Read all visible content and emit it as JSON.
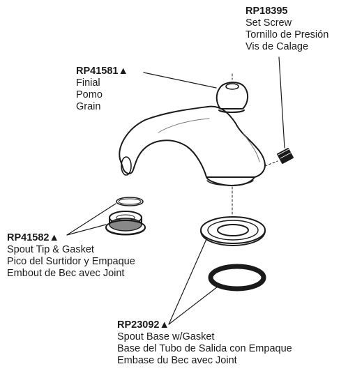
{
  "parts": {
    "set_screw": {
      "part_number": "RP18395",
      "names": [
        "Set Screw",
        "Tornillo de Presión",
        "Vis de Calage"
      ]
    },
    "finial": {
      "part_number": "RP41581▲",
      "names": [
        "Finial",
        "Pomo",
        "Grain"
      ]
    },
    "spout_tip": {
      "part_number": "RP41582▲",
      "names": [
        "Spout Tip & Gasket",
        "Pico del Surtidor y Empaque",
        "Embout de Bec avec Joint"
      ]
    },
    "spout_base": {
      "part_number": "RP23092▲",
      "names": [
        "Spout Base w/Gasket",
        "Base del Tubo de Salida con Empaque",
        "Embase du Bec avec Joint"
      ]
    }
  }
}
